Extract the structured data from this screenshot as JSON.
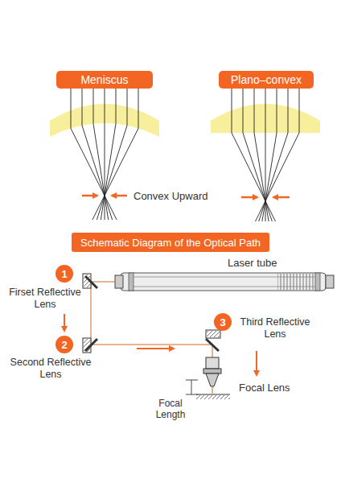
{
  "diagram": {
    "nodes": [
      {
        "text": [
          "Meniscus"
        ]
      },
      {
        "text": [
          "Plano–convex"
        ]
      },
      {
        "text": [
          "Schematic Diagram of the Optical Path"
        ]
      },
      {
        "text": [
          "1"
        ]
      },
      {
        "text": [
          "2"
        ]
      },
      {
        "text": [
          "3"
        ]
      }
    ],
    "labels": [
      "Convex Upward",
      "Laser tube",
      "Firset Reflective Lens",
      "Second Reflective Lens",
      "Third Reflective Lens",
      "Focal Length",
      "Focal Lens"
    ]
  }
}
